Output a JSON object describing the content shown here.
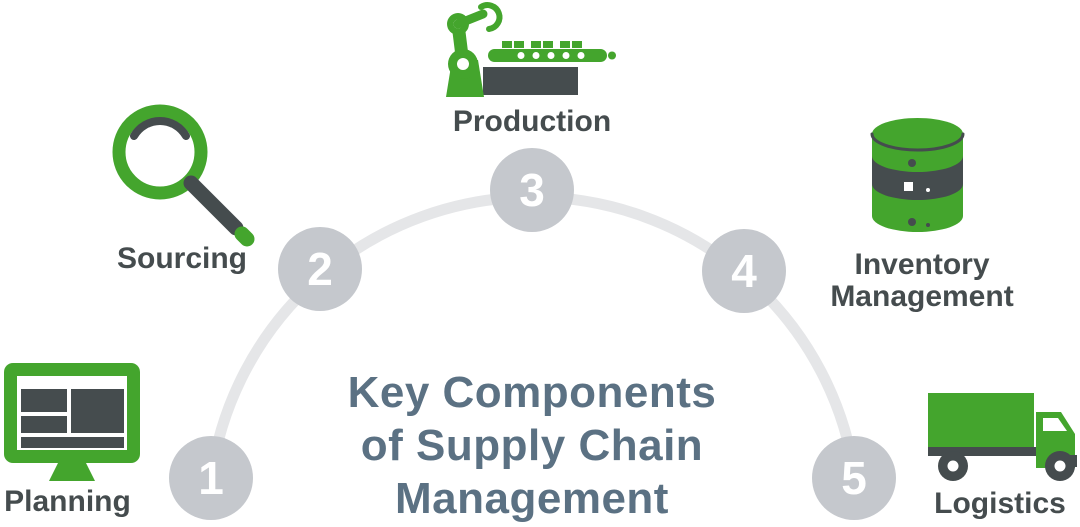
{
  "title": "Key Components\nof Supply Chain\nManagement",
  "colors": {
    "green": "#44a52d",
    "dark": "#454c4e",
    "circle": "#c5c8cd",
    "arc": "#e5e6e8",
    "title": "#5b7183",
    "number": "#ffffff"
  },
  "steps": [
    {
      "number": "1",
      "label": "Planning",
      "icon": "monitor-icon"
    },
    {
      "number": "2",
      "label": "Sourcing",
      "icon": "magnifier-icon"
    },
    {
      "number": "3",
      "label": "Production",
      "icon": "robot-arm-icon"
    },
    {
      "number": "4",
      "label": "Inventory\nManagement",
      "icon": "database-icon"
    },
    {
      "number": "5",
      "label": "Logistics",
      "icon": "truck-icon"
    }
  ]
}
